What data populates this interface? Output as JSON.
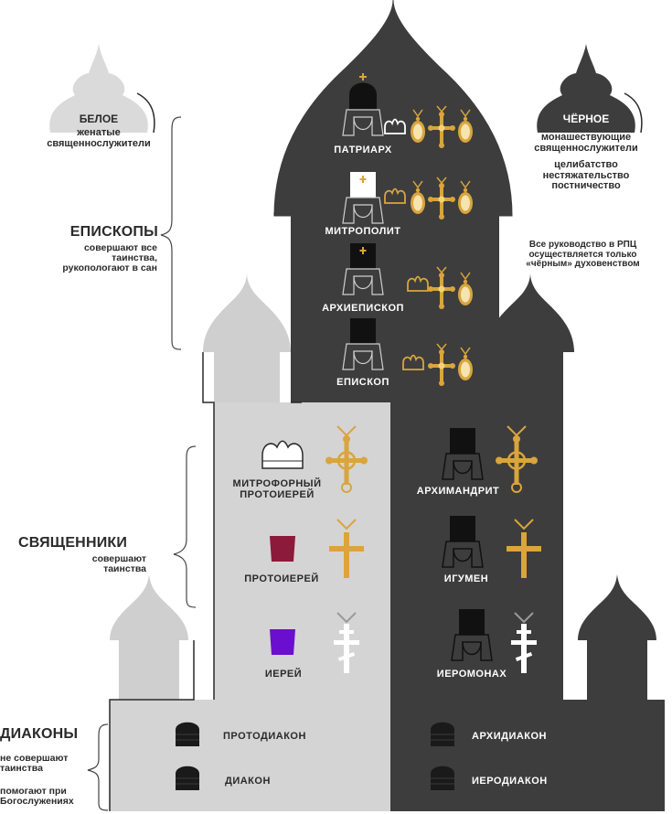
{
  "legend": {
    "white": {
      "title": "БЕЛОЕ",
      "desc": "женатые\nсвященнослужители"
    },
    "black": {
      "title": "ЧЁРНОЕ",
      "desc": "монашествующие\nсвященнослужители",
      "vows": "целибатство\nнестяжательство\nпостничество"
    }
  },
  "note": "Все руководство в РПЦ\nосуществляется только\n«чёрным» духовенством",
  "groups": {
    "bishops": {
      "title": "ЕПИСКОПЫ",
      "desc": "совершают все\nтаинства,\nрукопологают в сан"
    },
    "priests": {
      "title": "СВЯЩЕННИКИ",
      "desc": "совершают\nтаинства"
    },
    "deacons": {
      "title": "ДИАКОНЫ",
      "desc1": "не совершают\nтаинства",
      "desc2": "помогают при\nБогослужениях"
    }
  },
  "ranks": {
    "bishops": [
      "ПАТРИАРХ",
      "МИТРОПОЛИТ",
      "АРХИЕПИСКОП",
      "ЕПИСКОП"
    ],
    "white_priests": [
      "МИТРОФОРНЫЙ\nПРОТОИЕРЕЙ",
      "ПРОТОИЕРЕЙ",
      "ИЕРЕЙ"
    ],
    "black_priests": [
      "АРХИМАНДРИТ",
      "ИГУМЕН",
      "ИЕРОМОНАХ"
    ],
    "white_deacons": [
      "ПРОТОДИАКОН",
      "ДИАКОН"
    ],
    "black_deacons": [
      "АРХИДИАКОН",
      "ИЕРОДИАКОН"
    ]
  },
  "colors": {
    "white_clergy": "#d4d4d4",
    "black_clergy": "#3d3d3d",
    "gold": "#d9a53c",
    "crimson_kamilavka": "#8c1a3a",
    "purple_skufia": "#6a0fd0",
    "text_dark": "#2a2a2a"
  },
  "icons": [
    "klobuk-icon",
    "mitre-icon",
    "panagia-icon",
    "cross-icon",
    "kamilavka-icon",
    "skufia-icon"
  ]
}
